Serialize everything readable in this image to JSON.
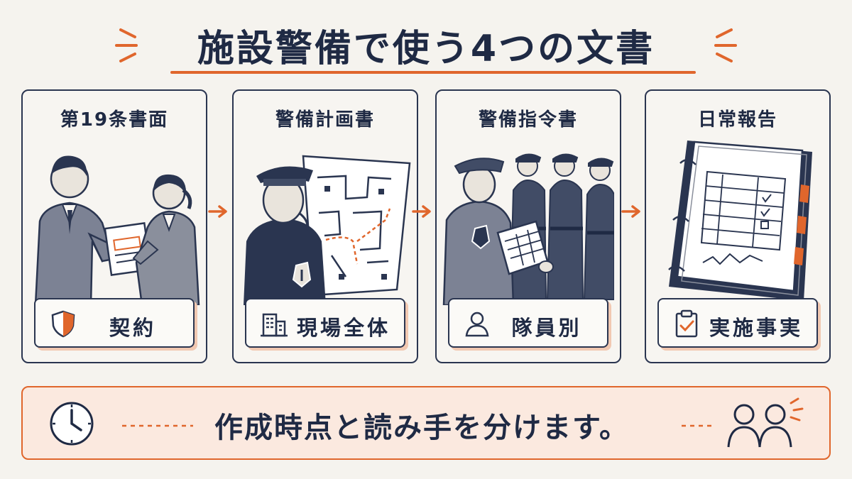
{
  "title": "施設警備で使う4つの文書",
  "cards": [
    {
      "title": "第19条書面",
      "tag": "契約",
      "tag_icon": "shield-icon"
    },
    {
      "title": "警備計画書",
      "tag": "現場全体",
      "tag_icon": "building-icon"
    },
    {
      "title": "警備指令書",
      "tag": "隊員別",
      "tag_icon": "person-icon"
    },
    {
      "title": "日常報告",
      "tag": "実施事実",
      "tag_icon": "clipboard-check-icon"
    }
  ],
  "banner": {
    "text": "作成時点と読み手を分けます。",
    "left_icon": "clock-icon",
    "right_icon": "people-icon"
  },
  "colors": {
    "accent": "#e0662c",
    "ink": "#1f2a44",
    "background": "#f5f3ee",
    "banner_fill": "#fbe9df"
  }
}
